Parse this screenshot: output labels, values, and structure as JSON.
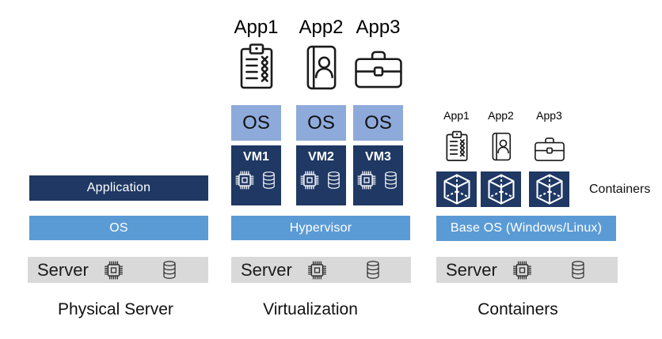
{
  "colors": {
    "navy": "#1F3864",
    "blue": "#5B9BD5",
    "light_blue": "#8EAADB",
    "gray": "#D9D9D9"
  },
  "columns": {
    "physical": {
      "application_label": "Application",
      "os_label": "OS",
      "server_label": "Server",
      "server_icons": [
        "cpu-icon",
        "database-icon"
      ],
      "caption": "Physical Server"
    },
    "virtualization": {
      "apps": [
        {
          "label": "App1",
          "icon": "clipboard-icon"
        },
        {
          "label": "App2",
          "icon": "contact-book-icon"
        },
        {
          "label": "App3",
          "icon": "briefcase-icon"
        }
      ],
      "os_boxes": [
        "OS",
        "OS",
        "OS"
      ],
      "vms": [
        {
          "label": "VM1",
          "icons": [
            "cpu-icon",
            "database-icon"
          ]
        },
        {
          "label": "VM2",
          "icons": [
            "cpu-icon",
            "database-icon"
          ]
        },
        {
          "label": "VM3",
          "icons": [
            "cpu-icon",
            "database-icon"
          ]
        }
      ],
      "hypervisor_label": "Hypervisor",
      "server_label": "Server",
      "server_icons": [
        "cpu-icon",
        "database-icon"
      ],
      "caption": "Virtualization"
    },
    "containers": {
      "apps": [
        {
          "label": "App1",
          "icon": "clipboard-icon"
        },
        {
          "label": "App2",
          "icon": "contact-book-icon"
        },
        {
          "label": "App3",
          "icon": "briefcase-icon"
        }
      ],
      "container_boxes": [
        "cube-icon",
        "cube-icon",
        "cube-icon"
      ],
      "containers_side_label": "Containers",
      "base_os_label": "Base OS (Windows/Linux)",
      "server_label": "Server",
      "server_icons": [
        "cpu-icon",
        "database-icon"
      ],
      "caption": "Containers"
    }
  }
}
